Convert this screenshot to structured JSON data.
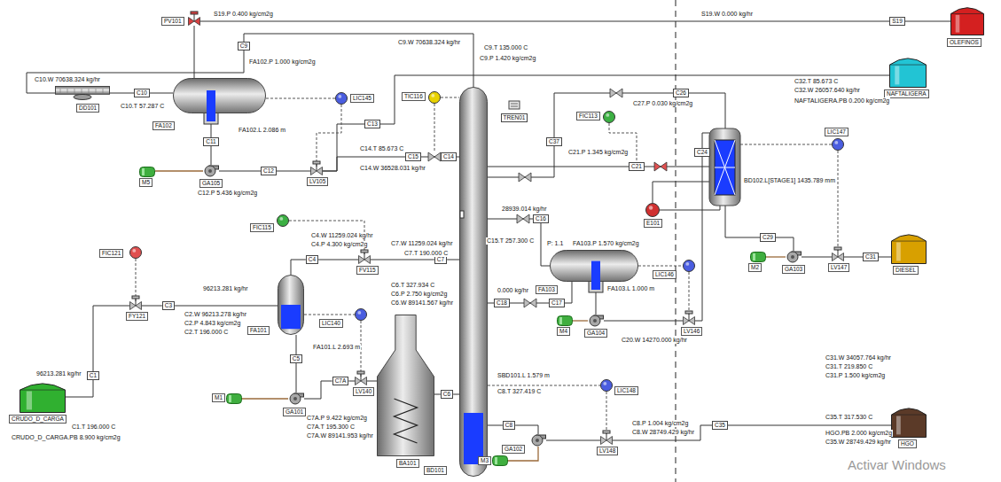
{
  "diagram": {
    "nodes": [
      {
        "text": [
          "PV101"
        ]
      },
      {
        "text": [
          "S19"
        ]
      },
      {
        "text": [
          "OLEFINOS"
        ]
      },
      {
        "text": [
          "C9"
        ]
      },
      {
        "text": [
          "C10"
        ]
      },
      {
        "text": [
          "DD101"
        ]
      },
      {
        "text": [
          "FA102"
        ]
      },
      {
        "text": [
          "LIC145"
        ]
      },
      {
        "text": [
          "TIC116"
        ]
      },
      {
        "text": [
          "TREN01"
        ]
      },
      {
        "text": [
          "NAFTALIGERA"
        ]
      },
      {
        "text": [
          "C11"
        ]
      },
      {
        "text": [
          "C12"
        ]
      },
      {
        "text": [
          "LV105"
        ]
      },
      {
        "text": [
          "C13"
        ]
      },
      {
        "text": [
          "C15"
        ]
      },
      {
        "text": [
          "C14"
        ]
      },
      {
        "text": [
          "M5"
        ]
      },
      {
        "text": [
          "GA105"
        ]
      },
      {
        "text": [
          "C26"
        ]
      },
      {
        "text": [
          "FIC113"
        ]
      },
      {
        "text": [
          "C37"
        ]
      },
      {
        "text": [
          "C24"
        ]
      },
      {
        "text": [
          "C21"
        ]
      },
      {
        "text": [
          "LIC147"
        ]
      },
      {
        "text": [
          "E101"
        ]
      },
      {
        "text": [
          "FIC115"
        ]
      },
      {
        "text": [
          "C4"
        ]
      },
      {
        "text": [
          "FV115"
        ]
      },
      {
        "text": [
          "C7"
        ]
      },
      {
        "text": [
          "C16"
        ]
      },
      {
        "text": [
          "FIC121"
        ]
      },
      {
        "text": [
          "FY121"
        ]
      },
      {
        "text": [
          "C3"
        ]
      },
      {
        "text": [
          "FA101"
        ]
      },
      {
        "text": [
          "LIC140"
        ]
      },
      {
        "text": [
          "C18"
        ]
      },
      {
        "text": [
          "C17"
        ]
      },
      {
        "text": [
          "FA103"
        ]
      },
      {
        "text": [
          "LIC146"
        ]
      },
      {
        "text": [
          "M4"
        ]
      },
      {
        "text": [
          "GA104"
        ]
      },
      {
        "text": [
          "LV146"
        ]
      },
      {
        "text": [
          "M2"
        ]
      },
      {
        "text": [
          "GA103"
        ]
      },
      {
        "text": [
          "LV147"
        ]
      },
      {
        "text": [
          "DIESEL"
        ]
      },
      {
        "text": [
          "CRUDO_D_CARGA"
        ]
      },
      {
        "text": [
          "C1"
        ]
      },
      {
        "text": [
          "M1"
        ]
      },
      {
        "text": [
          "C5"
        ]
      },
      {
        "text": [
          "GA101"
        ]
      },
      {
        "text": [
          "C7A"
        ]
      },
      {
        "text": [
          "LV140"
        ]
      },
      {
        "text": [
          "BA101"
        ]
      },
      {
        "text": [
          "BD101"
        ]
      },
      {
        "text": [
          "C6"
        ]
      },
      {
        "text": [
          "LIC148"
        ]
      },
      {
        "text": [
          "C8"
        ]
      },
      {
        "text": [
          "M3"
        ]
      },
      {
        "text": [
          "GA102"
        ]
      },
      {
        "text": [
          "LV148"
        ]
      },
      {
        "text": [
          "C35"
        ]
      },
      {
        "text": [
          "HGO"
        ]
      },
      {
        "text": [
          "C29"
        ]
      },
      {
        "text": [
          "C31"
        ]
      }
    ],
    "edges": [
      {
        "from": 55,
        "to": 3,
        "arrow": "none"
      },
      {
        "from": 3,
        "to": 5,
        "arrow": "none"
      },
      {
        "from": 5,
        "to": 4,
        "arrow": "none"
      },
      {
        "from": 4,
        "to": 6,
        "arrow": "none"
      },
      {
        "from": 6,
        "to": 0,
        "arrow": "none"
      },
      {
        "from": 0,
        "to": 1,
        "arrow": "none"
      },
      {
        "from": 1,
        "to": 2,
        "arrow": "none"
      },
      {
        "from": 6,
        "to": 11,
        "arrow": "none"
      },
      {
        "from": 11,
        "to": 18,
        "arrow": "none"
      },
      {
        "from": 17,
        "to": 18,
        "arrow": "none"
      },
      {
        "from": 18,
        "to": 12,
        "arrow": "none"
      },
      {
        "from": 12,
        "to": 13,
        "arrow": "none"
      },
      {
        "from": 13,
        "to": 14,
        "arrow": "none"
      },
      {
        "from": 14,
        "to": 10,
        "arrow": "none"
      },
      {
        "from": 13,
        "to": 15,
        "arrow": "none"
      },
      {
        "from": 15,
        "to": 16,
        "arrow": "none"
      },
      {
        "from": 16,
        "to": 55,
        "arrow": "none"
      },
      {
        "from": 6,
        "to": 7,
        "arrow": "none"
      },
      {
        "from": 7,
        "to": 13,
        "arrow": "none"
      },
      {
        "from": 19,
        "to": 21,
        "arrow": "none"
      },
      {
        "from": 21,
        "to": 55,
        "arrow": "none"
      },
      {
        "from": 55,
        "to": 23,
        "arrow": "none"
      },
      {
        "from": 20,
        "to": 23,
        "arrow": "none"
      },
      {
        "from": 55,
        "to": 30,
        "arrow": "none"
      },
      {
        "from": 30,
        "to": 38,
        "arrow": "none"
      },
      {
        "from": 38,
        "to": 37,
        "arrow": "none"
      },
      {
        "from": 37,
        "to": 36,
        "arrow": "none"
      },
      {
        "from": 36,
        "to": 55,
        "arrow": "none"
      },
      {
        "from": 38,
        "to": 41,
        "arrow": "none"
      },
      {
        "from": 40,
        "to": 41,
        "arrow": "none"
      },
      {
        "from": 41,
        "to": 42,
        "arrow": "none"
      },
      {
        "from": 42,
        "to": 22,
        "arrow": "none"
      },
      {
        "from": 38,
        "to": 39,
        "arrow": "none"
      },
      {
        "from": 39,
        "to": 42,
        "arrow": "none"
      },
      {
        "from": 64,
        "to": 44,
        "arrow": "none"
      },
      {
        "from": 43,
        "to": 44,
        "arrow": "none"
      },
      {
        "from": 44,
        "to": 45,
        "arrow": "none"
      },
      {
        "from": 45,
        "to": 65,
        "arrow": "none"
      },
      {
        "from": 65,
        "to": 46,
        "arrow": "none"
      },
      {
        "from": 24,
        "to": 45,
        "arrow": "none"
      },
      {
        "from": 47,
        "to": 48,
        "arrow": "none"
      },
      {
        "from": 48,
        "to": 32,
        "arrow": "none"
      },
      {
        "from": 32,
        "to": 33,
        "arrow": "none"
      },
      {
        "from": 33,
        "to": 34,
        "arrow": "none"
      },
      {
        "from": 31,
        "to": 32,
        "arrow": "none"
      },
      {
        "from": 34,
        "to": 27,
        "arrow": "none"
      },
      {
        "from": 27,
        "to": 28,
        "arrow": "none"
      },
      {
        "from": 28,
        "to": 29,
        "arrow": "none"
      },
      {
        "from": 29,
        "to": 55,
        "arrow": "none"
      },
      {
        "from": 26,
        "to": 28,
        "arrow": "none"
      },
      {
        "from": 34,
        "to": 50,
        "arrow": "none"
      },
      {
        "from": 50,
        "to": 51,
        "arrow": "none"
      },
      {
        "from": 49,
        "to": 51,
        "arrow": "none"
      },
      {
        "from": 51,
        "to": 52,
        "arrow": "none"
      },
      {
        "from": 52,
        "to": 53,
        "arrow": "none"
      },
      {
        "from": 53,
        "to": 54,
        "arrow": "none"
      },
      {
        "from": 34,
        "to": 35,
        "arrow": "none"
      },
      {
        "from": 35,
        "to": 53,
        "arrow": "none"
      },
      {
        "from": 54,
        "to": 56,
        "arrow": "none"
      },
      {
        "from": 56,
        "to": 55,
        "arrow": "none"
      },
      {
        "from": 55,
        "to": 58,
        "arrow": "none"
      },
      {
        "from": 58,
        "to": 60,
        "arrow": "none"
      },
      {
        "from": 59,
        "to": 60,
        "arrow": "none"
      },
      {
        "from": 60,
        "to": 61,
        "arrow": "none"
      },
      {
        "from": 61,
        "to": 62,
        "arrow": "none"
      },
      {
        "from": 62,
        "to": 63,
        "arrow": "none"
      },
      {
        "from": 55,
        "to": 57,
        "arrow": "none"
      },
      {
        "from": 57,
        "to": 61,
        "arrow": "none"
      }
    ],
    "labels": [
      "S19.P 0.400 kg/cm2g",
      "S19.W 0.000 kg/hr",
      "C9.W 70638.324 kg/hr",
      "C9.T 135.000 C",
      "C9.P 1.420 kg/cm2g",
      "FA102.P 1.000 kg/cm2g",
      "C10.W 70638.324 kg/hr",
      "C32.T 85.673 C",
      "C32.W 26057.640 kg/hr",
      "NAFTALIGERA.PB 0.200 kg/cm2g",
      "C27.P 0.030 kg/cm2g",
      "C10.T 57.287 C",
      "FA102.L 2.086 m",
      "C14.T 85.673 C",
      "C21.P 1.345 kg/cm2g",
      "C14.W 36528.031 kg/hr",
      "BD102.L[STAGE1] 1435.789 mm",
      "C12.P 5.436 kg/cm2g",
      "28939.014 kg/hr",
      "C4.W 11259.024 kg/hr",
      "C15.T 257.300 C",
      "P: 1.1",
      "FA103.P 1.570 kg/cm2g",
      "C7.W 11259.024 kg/hr",
      "C4.P 4.300 kg/cm2g",
      "C7.T 190.000 C",
      "96213.281 kg/hr",
      "C6.T 327.934 C",
      "C6.P 2.750 kg/cm2g",
      "C6.W 89141.567 kg/hr",
      "0.000 kg/hr",
      "FA103.L 1.000 m",
      "C2.W 96213.278 kg/hr",
      "C2.P 4.843 kg/cm2g",
      "C2.T 196.000 C",
      "C20.W 14270.000 kg/hr",
      "FA101.L 2.693 m",
      "C31.W 34057.764 kg/hr",
      "C31.T 219.850 C",
      "C31.P 1.500 kg/cm2g",
      "96213.281 kg/hr",
      "SBD101.L 1.579 m",
      "C8.T 327.419 C",
      "C35.T 317.530 C",
      "C7A.P 9.422 kg/cm2g",
      "C8.P 1.004 kg/cm2g",
      "C8.W 28749.429 kg/hr",
      "C7A.T 195.300 C",
      "C1.T 196.000 C",
      "HGO.PB 2.000 kg/cm2g",
      "C7A.W 89141.953 kg/hr",
      "CRUDO_D_CARGA.PB 8.900 kg/cm2g",
      "C35.W 28749.429 kg/hr",
      "Activar Windows"
    ]
  }
}
